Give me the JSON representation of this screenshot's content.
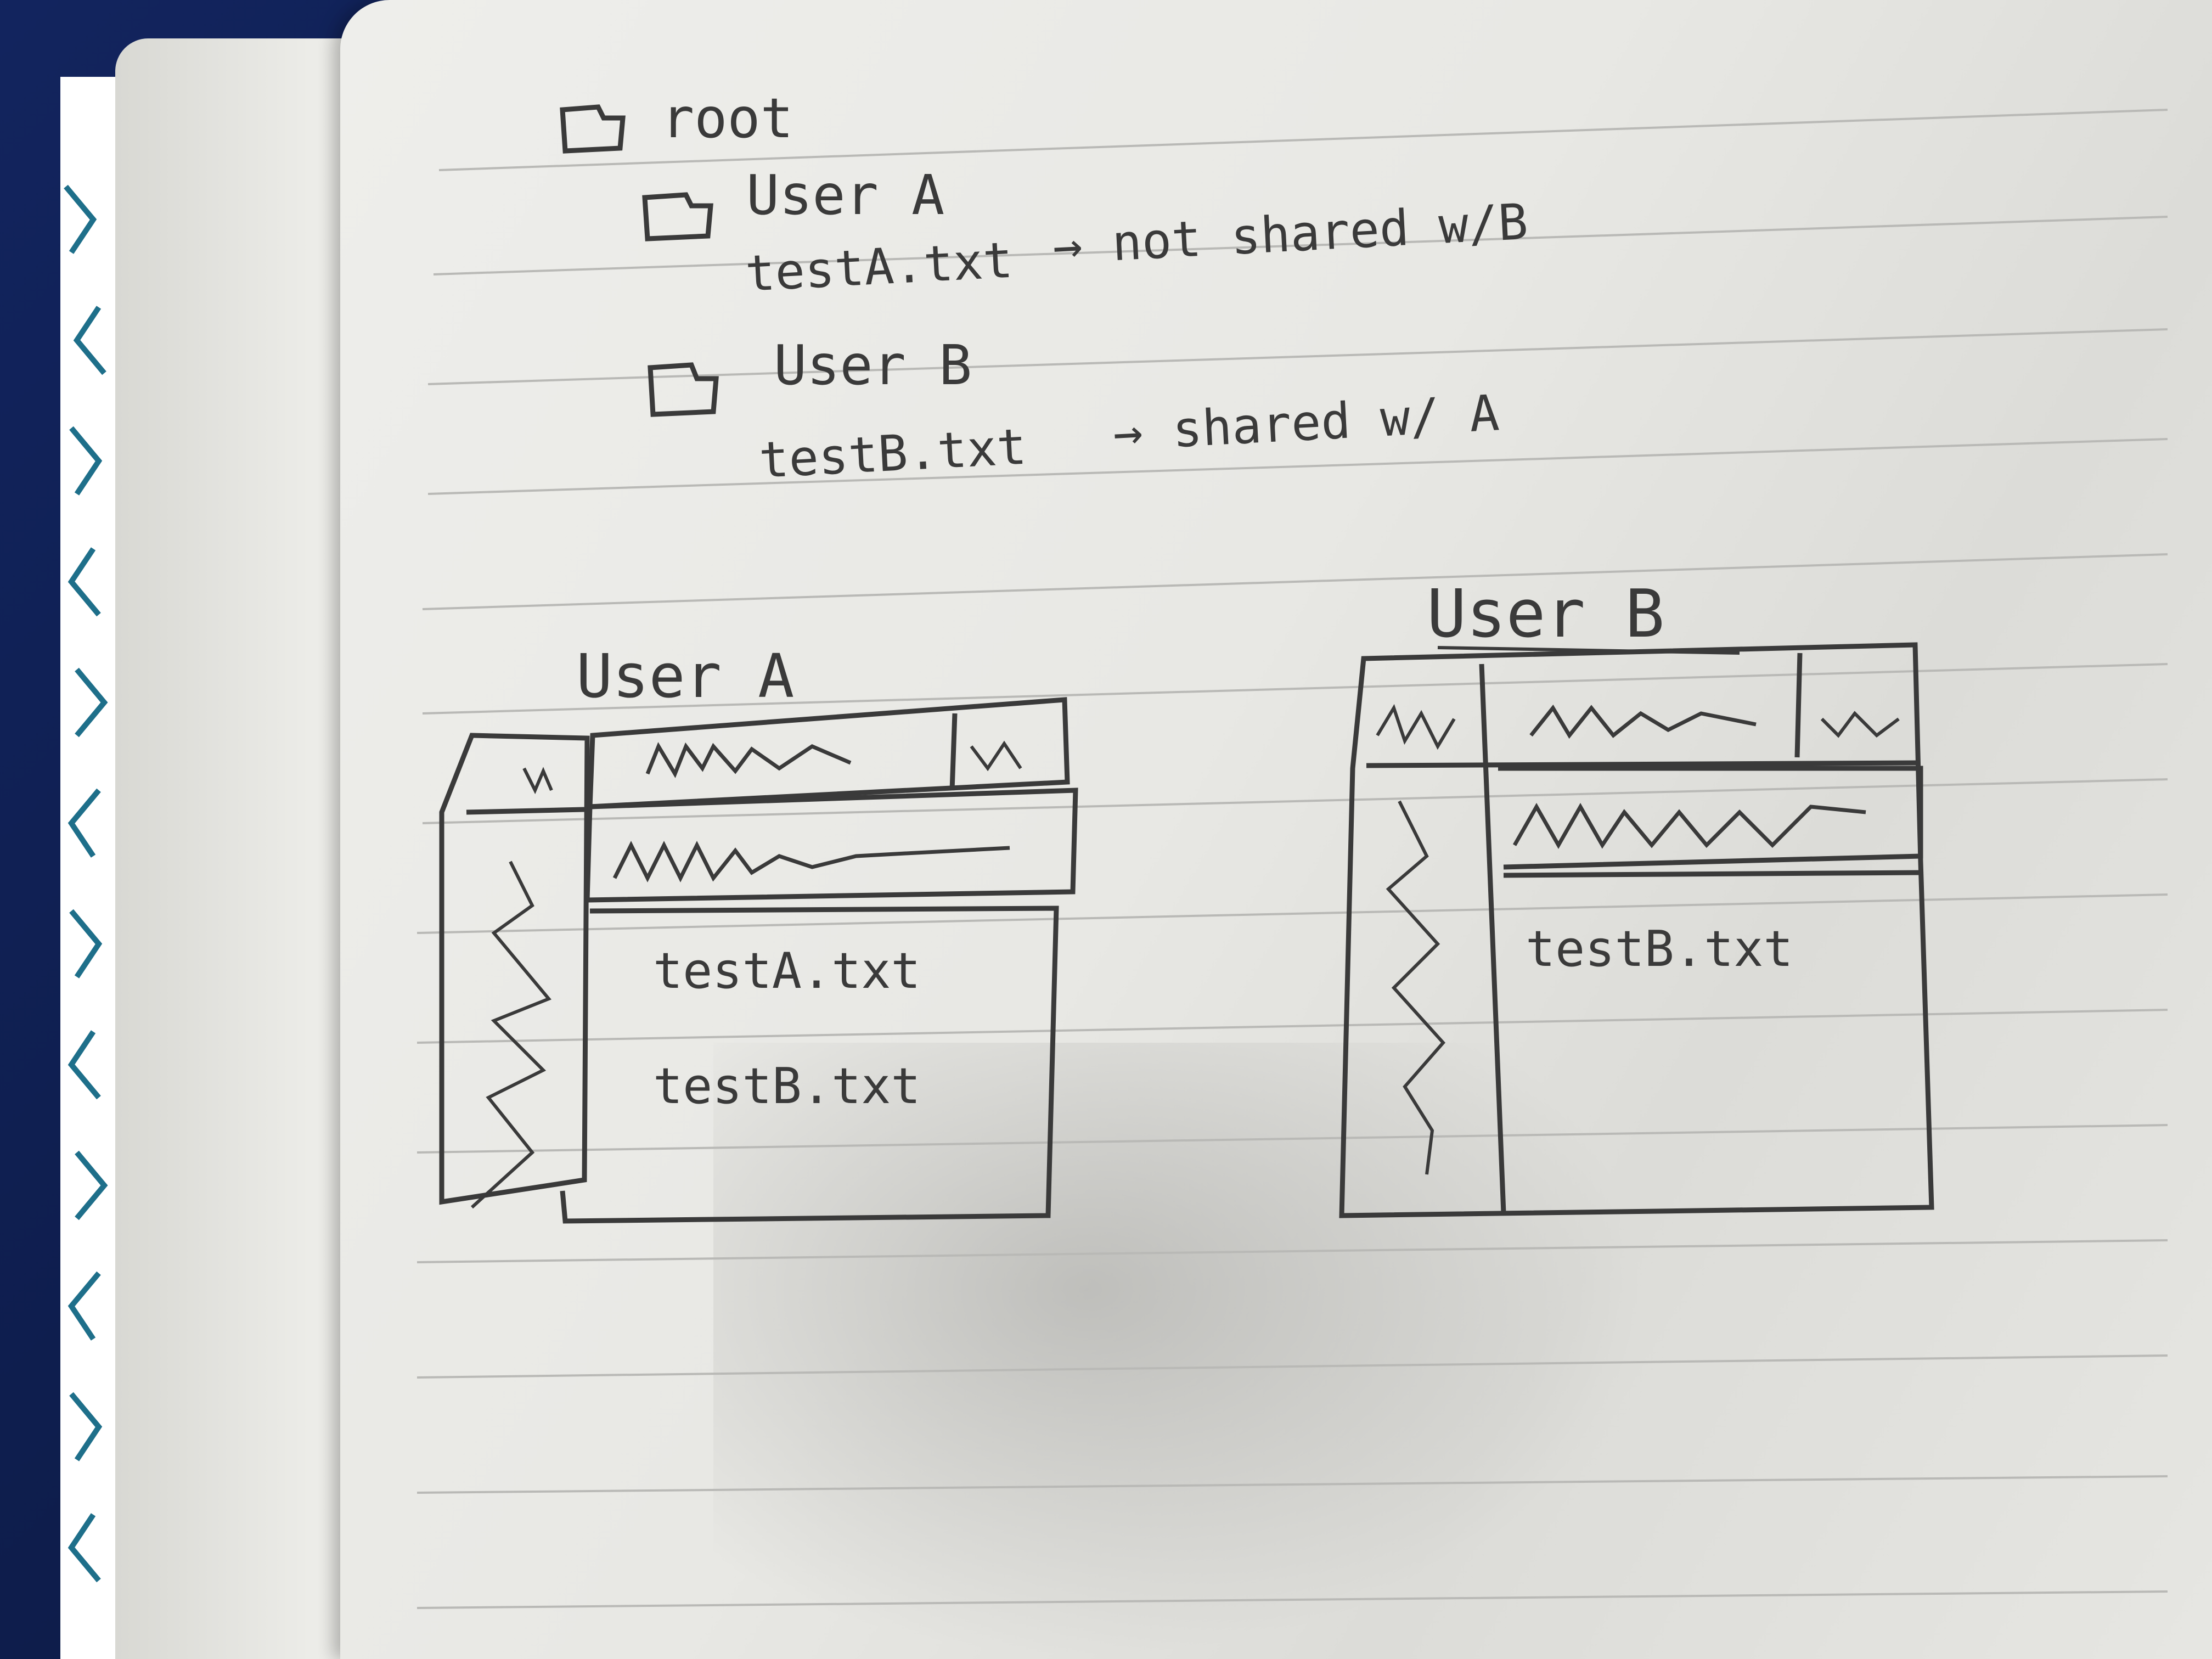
{
  "tree": {
    "root_label": "root",
    "user_a_label": "User A",
    "file_a": "testA.txt",
    "file_a_note": "→ not shared w/B",
    "user_b_label": "User B",
    "file_b": "testB.txt",
    "file_b_note": "→ shared w/ A"
  },
  "wireframe_a": {
    "title": "User A",
    "files": [
      "testA.txt",
      "testB.txt"
    ]
  },
  "wireframe_b": {
    "title": "User B",
    "files": [
      "testB.txt"
    ]
  },
  "colors": {
    "ink": "#3a3a3a",
    "paper": "#e8e8e4",
    "cover": "#0f1c4a"
  }
}
